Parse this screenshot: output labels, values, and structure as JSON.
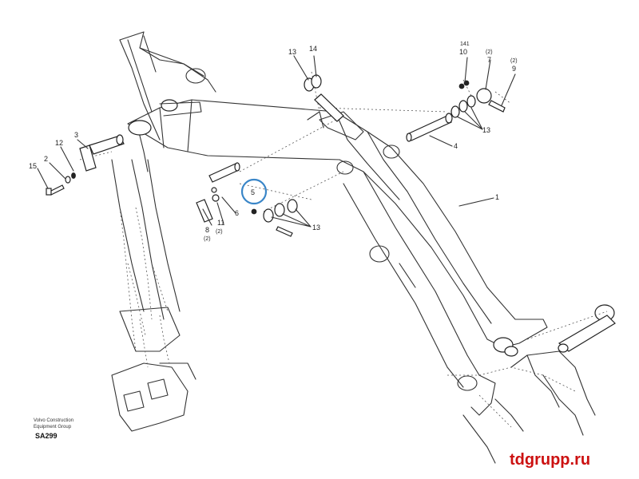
{
  "callouts": {
    "n1": "1",
    "n2": "2",
    "n3": "3",
    "n4": "4",
    "n5": "5",
    "n6": "6",
    "n7": "7",
    "n8": "8",
    "n9": "9",
    "n10": "10",
    "n11": "11",
    "n12": "12",
    "n13a": "13",
    "n13b": "13",
    "n13c": "13",
    "n14": "14",
    "n15": "15",
    "n141": "141",
    "q7": "(2)",
    "q9": "(2)",
    "q8": "(2)",
    "q11": "(2)"
  },
  "caption": {
    "line1": "Volvo Construction",
    "line2": "Equipment Group",
    "code": "SA299"
  },
  "watermark": {
    "text": "tdgrupp.ru",
    "color": "#cc1111"
  },
  "highlight_color": "#3a86c8"
}
